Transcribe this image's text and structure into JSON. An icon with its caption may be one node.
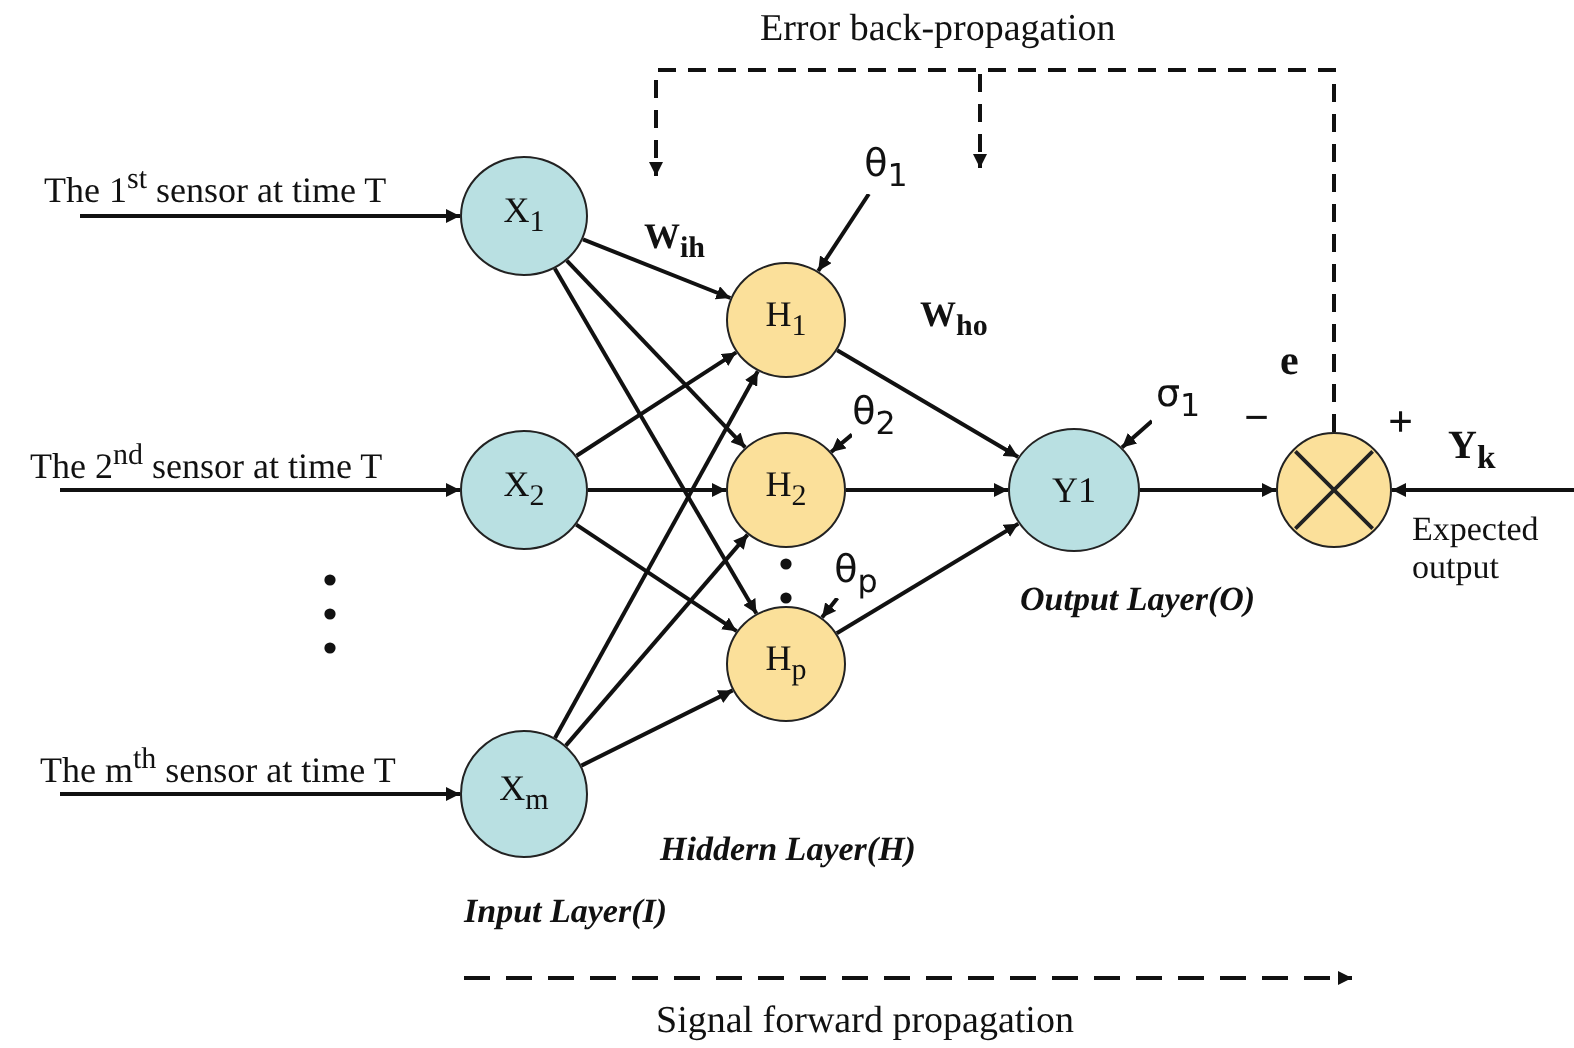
{
  "diagram": {
    "nodes": [
      {
        "text": [
          "X$_{1}$"
        ]
      },
      {
        "text": [
          "X$_{2}$"
        ]
      },
      {
        "text": [
          "X$_{m}$"
        ]
      },
      {
        "text": [
          "H$_{1}$"
        ]
      },
      {
        "text": [
          "H$_{2}$"
        ]
      },
      {
        "text": [
          "H$_{p}$"
        ]
      },
      {
        "text": [
          "Y1"
        ]
      },
      {
        "text": [],
        "shape": "circle"
      },
      {
        "text": [
          "θ$_{1}$"
        ]
      },
      {
        "text": [
          "θ$_{2}$"
        ]
      },
      {
        "text": [
          "θ$_{p}$"
        ]
      },
      {
        "text": [
          "σ$_{1}$"
        ]
      }
    ],
    "edges": [
      {
        "from": null,
        "to": 0,
        "arrow": "to",
        "label": "The 1$^{st}$ sensor at time T"
      },
      {
        "from": null,
        "to": 1,
        "arrow": "to",
        "label": "The 2$^{nd}$ sensor at time T"
      },
      {
        "from": null,
        "to": 2,
        "arrow": "to",
        "label": "The m$^{th}$ sensor at time T"
      },
      {
        "from": 0,
        "to": 3,
        "arrow": "to"
      },
      {
        "from": 0,
        "to": 4,
        "arrow": "to"
      },
      {
        "from": 0,
        "to": 5,
        "arrow": "to"
      },
      {
        "from": 1,
        "to": 3,
        "arrow": "to"
      },
      {
        "from": 1,
        "to": 4,
        "arrow": "to"
      },
      {
        "from": 1,
        "to": 5,
        "arrow": "to"
      },
      {
        "from": 2,
        "to": 3,
        "arrow": "to"
      },
      {
        "from": 2,
        "to": 4,
        "arrow": "to"
      },
      {
        "from": 2,
        "to": 5,
        "arrow": "to"
      },
      {
        "from": 3,
        "to": 6,
        "arrow": "to"
      },
      {
        "from": 4,
        "to": 6,
        "arrow": "to"
      },
      {
        "from": 5,
        "to": 6,
        "arrow": "to"
      },
      {
        "from": 6,
        "to": 7,
        "arrow": "to"
      },
      {
        "from": null,
        "to": 7,
        "arrow": "to",
        "label": "Y$_{k}$"
      },
      {
        "from": 8,
        "to": 3,
        "arrow": "to"
      },
      {
        "from": 9,
        "to": 4,
        "arrow": "to"
      },
      {
        "from": 10,
        "to": 5,
        "arrow": "to"
      },
      {
        "from": 11,
        "to": 6,
        "arrow": "to"
      },
      {
        "from": 7,
        "to": null,
        "arrow": "to",
        "style": "dashed"
      },
      {
        "from": 7,
        "to": null,
        "arrow": "to",
        "style": "dashed"
      }
    ],
    "labels": [
      "Error back-propagation",
      "W$_{ih}$",
      "W$_{ho}$",
      "e",
      "−",
      "+",
      "Expected output",
      "Output Layer(O)",
      "Hiddern Layer(H)",
      "Input Layer(I)",
      "Signal forward propagation"
    ]
  }
}
